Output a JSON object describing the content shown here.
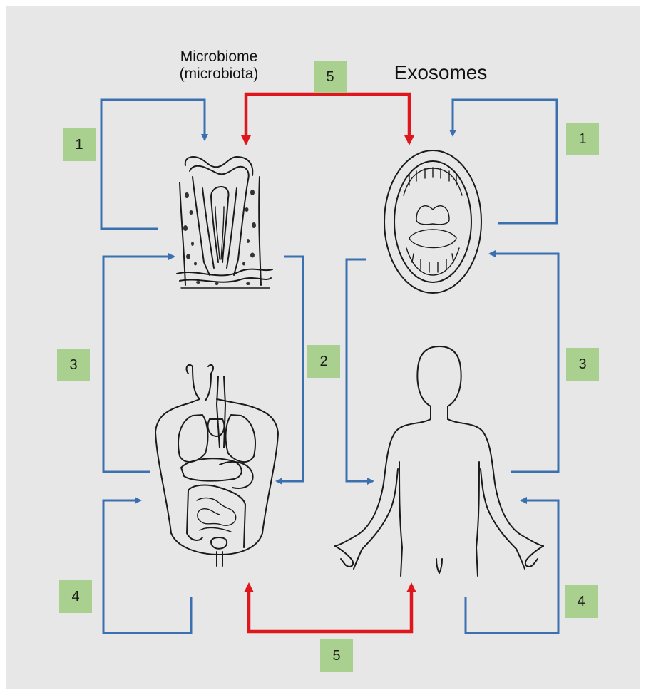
{
  "labels": {
    "microbiome": "Microbiome (microbiota)",
    "exosomes": "Exosomes"
  },
  "badges": {
    "link_1_left": "1",
    "link_1_right": "1",
    "link_2": "2",
    "link_3_left": "3",
    "link_3_right": "3",
    "link_4_left": "4",
    "link_4_right": "4",
    "link_5_top": "5",
    "link_5_bottom": "5"
  },
  "colors": {
    "background": "#e7e7e7",
    "badge": "#a9d08e",
    "blue_arrow": "#3a6fb0",
    "red_arrow": "#e0161d"
  },
  "icons": [
    "tooth-icon",
    "open-mouth-icon",
    "internal-organs-icon",
    "human-body-icon"
  ]
}
